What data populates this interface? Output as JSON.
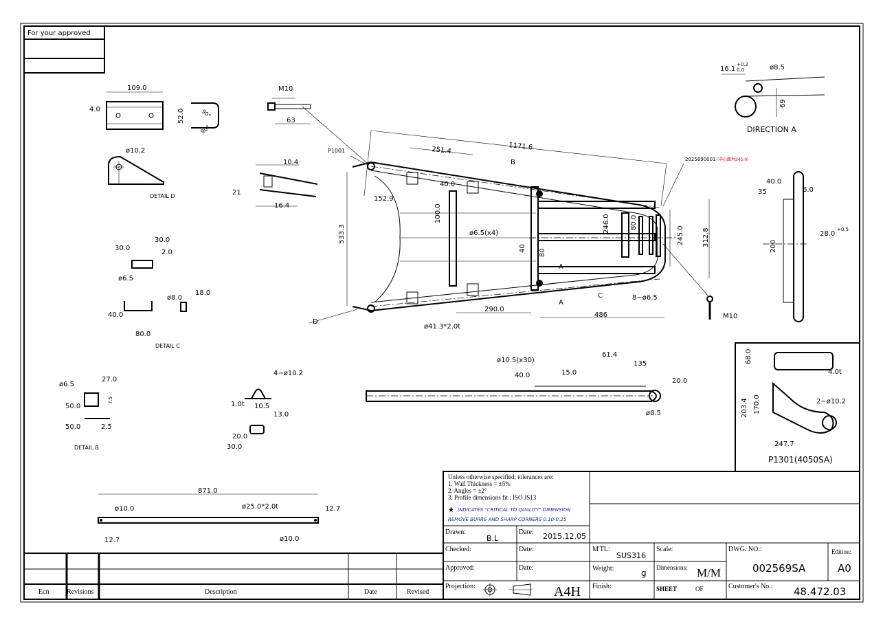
{
  "approval_box": {
    "label": "For your approved"
  },
  "detail_top": {
    "dims": [
      "109.0",
      "4.0",
      "52.0",
      "90°",
      "90°"
    ]
  },
  "detail_d": {
    "title": "DETAIL D",
    "dims": [
      "ø10.2"
    ]
  },
  "bolt": {
    "dims": [
      "M10",
      "63"
    ]
  },
  "tube_end": {
    "dims": [
      "10.4",
      "21",
      "16.4"
    ]
  },
  "main_view": {
    "dims": [
      "P1001",
      "1171.6",
      "251.4",
      "B",
      "40.0",
      "152.9",
      "100.0",
      "533.3",
      "ø6.5(x4)",
      "40",
      "80",
      "246.0",
      "80.0",
      "245.0",
      "312.8",
      "A",
      "C",
      "8−ø6.5",
      "A",
      "290.0",
      "486",
      "ø41.3*2.0t",
      "D",
      "M10"
    ],
    "part_note_code": "2025690001",
    "part_note_cn": "（中心距为245.0）"
  },
  "direction_a": {
    "title": "DIRECTION A",
    "dims": [
      "16.1",
      "+0.2",
      "0.0",
      "ø8.5",
      "69"
    ]
  },
  "side_plate": {
    "dims": [
      "40.0",
      "35",
      "6.0",
      "200",
      "28.0",
      "+0.5"
    ]
  },
  "detail_c": {
    "title": "DETAIL C",
    "dims": [
      "30.0",
      "30.0",
      "2.0",
      "ø6.5",
      "40.0",
      "80.0",
      "ø8.0",
      "18.0"
    ]
  },
  "detail_b": {
    "title": "DETAIL B",
    "dims": [
      "ø6.5",
      "27.0",
      "7.5",
      "50.0",
      "50.0",
      "2.5"
    ]
  },
  "lug": {
    "dims": [
      "4−ø10.2",
      "1.0t",
      "10.5",
      "13.0",
      "20.0",
      "30.0"
    ]
  },
  "side_bar": {
    "dims": [
      "ø10.5(x30)",
      "61.4",
      "15.0",
      "40.0",
      "135",
      "20.0",
      "ø8.5"
    ]
  },
  "p1301": {
    "title": "P1301(4050SA)",
    "dims": [
      "68.0",
      "4.0t",
      "203.4",
      "170.0",
      "2−ø10.2",
      "247.7"
    ]
  },
  "bottom_tube": {
    "dims": [
      "871.0",
      "ø10.0",
      "ø25.0*2.0t",
      "12.7",
      "12.7",
      "ø10.0"
    ]
  },
  "title_block": {
    "notes": [
      "Unless otherwise specified;  tolerances are:",
      "1. Wall Thickness = ±5%",
      "2. Angles   = ±2°",
      "3. Profile dimensions fit : ISO JS13"
    ],
    "ctq_note": "INDICATES \"CRITICAL TO QUALITY\" DIMENSION",
    "burr_note": "REMOVE BURRS AND SHARP CORNERS 0.10-0.25",
    "drawn_label": "Drawn:",
    "drawn_value": "B.L",
    "date_label": "Date:",
    "drawn_date": "2015.12.05",
    "checked_label": "Checked:",
    "approved_label": "Approved:",
    "projection_label": "Projection:",
    "paper_size": "A4H",
    "mtl_label": "M'TL:",
    "mtl_value": "SUS316",
    "weight_label": "Weight:",
    "weight_unit": "g",
    "finish_label": "Finish:",
    "scale_label": "Scale:",
    "dimensions_label": "Dimensions:",
    "dimensions_value": "M/M",
    "sheet_label": "SHEET",
    "of_label": "OF",
    "dwg_label": "DWG. NO.:",
    "dwg_value": "002569SA",
    "edition_label": "Edition:",
    "edition_value": "A0",
    "customer_label": "Customer's  No.:",
    "customer_value": "48.472.03"
  },
  "revision_table": {
    "headers": [
      "Ecn",
      "Revisions",
      "Description",
      "Date",
      "Revised"
    ]
  }
}
